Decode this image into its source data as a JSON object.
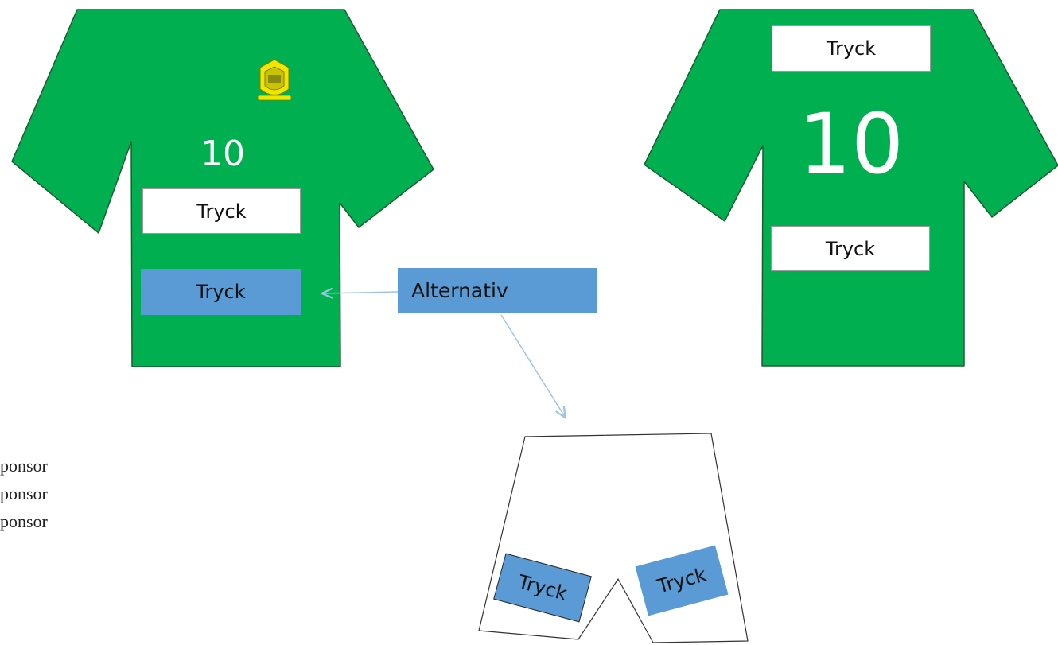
{
  "front_shirt": {
    "number": "10",
    "print_top": "Tryck",
    "print_bottom": "Tryck",
    "crest_icon": "club-crest-icon"
  },
  "back_shirt": {
    "print_top": "Tryck",
    "number": "10",
    "print_bottom": "Tryck"
  },
  "callout": {
    "label": "Alternativ"
  },
  "shorts": {
    "print_left": "Tryck",
    "print_right": "Tryck"
  },
  "sponsor_list": [
    "ponsor",
    "ponsor",
    "ponsor"
  ],
  "colors": {
    "shirt_green": "#00b050",
    "print_blue": "#5b9bd5",
    "arrow_blue": "#9dc3e6",
    "crest_yellow": "#f2e600"
  }
}
